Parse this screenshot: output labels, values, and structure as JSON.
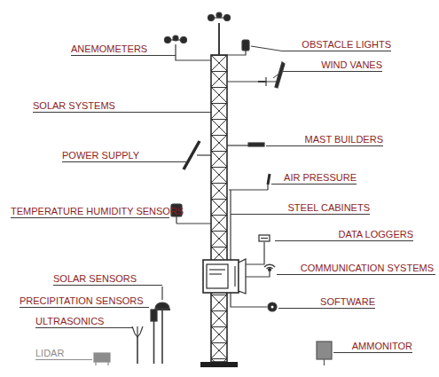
{
  "diagram": {
    "labels": [
      "ANEMOMETERS",
      "OBSTACLE LIGHTS",
      "WIND VANES",
      "SOLAR SYSTEMS",
      "POWER SUPPLY",
      "MAST BUILDERS",
      "AIR PRESSURE",
      "TEMPERATURE HUMIDITY SENSORS",
      "STEEL CABINETS",
      "DATA LOGGERS",
      "SOLAR SENSORS",
      "COMMUNICATION SYSTEMS",
      "PRECIPITATION SENSORS",
      "SOFTWARE",
      "ULTRASONICS",
      "LIDAR",
      "AMMONITOR"
    ]
  }
}
